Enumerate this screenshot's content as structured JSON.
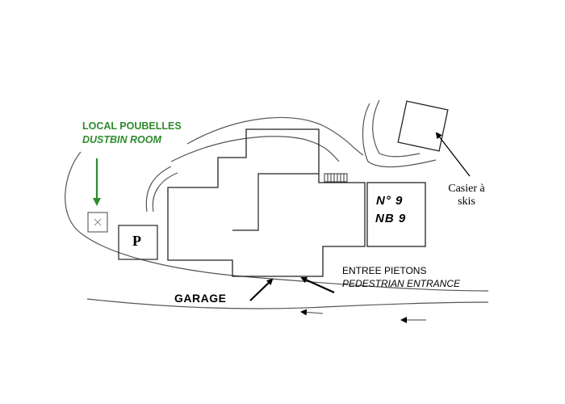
{
  "labels": {
    "dustbin_fr": "LOCAL POUBELLES",
    "dustbin_en": "DUSTBIN ROOM",
    "number_fr": "N° 9",
    "number_en": "NB 9",
    "garage": "GARAGE",
    "entrance_fr": "ENTREE PIETONS",
    "entrance_en": "PEDESTRIAN ENTRANCE",
    "ski_locker_line1": "Casier à",
    "ski_locker_line2": "skis",
    "parking": "P"
  },
  "colors": {
    "accent_green": "#2f8a2f",
    "line": "#222222",
    "road": "#555555"
  },
  "icons": {
    "dustbin_marker": "x-box-icon",
    "arrow": "arrow-icon"
  }
}
